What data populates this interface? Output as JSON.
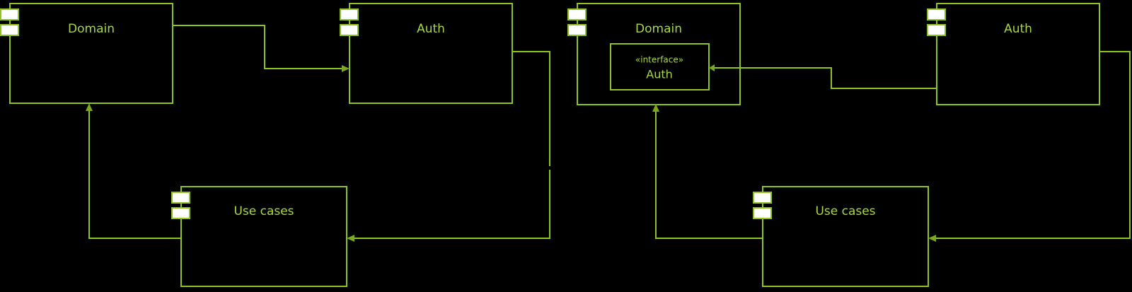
{
  "diagram": {
    "type": "uml-component-diagram",
    "background_color": "#000000",
    "stroke_color": "#8fc322",
    "text_color": "#a8d848",
    "icon_fill_color": "#ffffff",
    "panels": [
      {
        "id": "left-panel",
        "components": [
          {
            "id": "left-domain",
            "name": "Domain",
            "icon": "uml-component-icon"
          },
          {
            "id": "left-auth",
            "name": "Auth",
            "icon": "uml-component-icon"
          },
          {
            "id": "left-usecases",
            "name": "Use cases",
            "icon": "uml-component-icon"
          }
        ],
        "connections": [
          {
            "from": "left-domain",
            "to": "left-auth",
            "kind": "dependency-arrow"
          },
          {
            "from": "left-auth",
            "to": "left-usecases",
            "kind": "dependency-arrow"
          },
          {
            "from": "left-usecases",
            "to": "left-domain",
            "kind": "dependency-arrow"
          }
        ]
      },
      {
        "id": "right-panel",
        "components": [
          {
            "id": "right-domain",
            "name": "Domain",
            "icon": "uml-component-icon",
            "interface": {
              "id": "right-auth-interface",
              "stereotype": "«interface»",
              "name": "Auth"
            }
          },
          {
            "id": "right-auth",
            "name": "Auth",
            "icon": "uml-component-icon"
          },
          {
            "id": "right-usecases",
            "name": "Use cases",
            "icon": "uml-component-icon"
          }
        ],
        "connections": [
          {
            "from": "right-auth",
            "to": "right-auth-interface",
            "kind": "realization-arrow"
          },
          {
            "from": "right-auth",
            "to": "right-usecases",
            "kind": "dependency-arrow"
          },
          {
            "from": "right-usecases",
            "to": "right-domain",
            "kind": "dependency-arrow"
          }
        ]
      }
    ]
  },
  "labels": {
    "left_domain": "Domain",
    "left_auth": "Auth",
    "left_usecases": "Use cases",
    "right_domain": "Domain",
    "right_auth": "Auth",
    "right_usecases": "Use cases",
    "interface_stereotype": "«interface»",
    "interface_name": "Auth"
  }
}
